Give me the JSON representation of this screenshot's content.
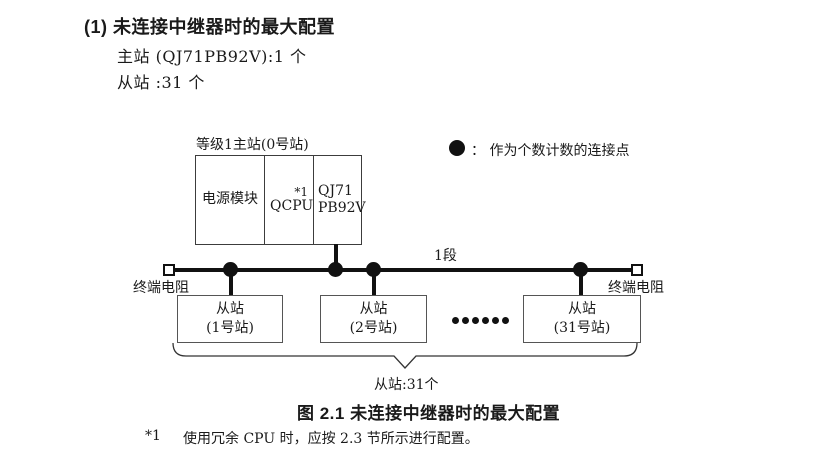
{
  "page": {
    "title": "(1) 未连接中继器时的最大配置",
    "spec_lines": [
      "主站 (QJ71PB92V):1 个",
      "从站 :31 个"
    ],
    "caption": "图 2.1 未连接中继器时的最大配置",
    "footnote": {
      "marker": "*1",
      "text": "使用冗余 CPU 时，应按 2.3 节所示进行配置。"
    }
  },
  "diagram": {
    "master": {
      "label": "等级1主站(0号站)",
      "modules": {
        "power": "电源模块",
        "cpu": "QCPU",
        "cpu_note": "*1",
        "pb_line1": "QJ71",
        "pb_line2": "PB92V"
      }
    },
    "legend": {
      "symbol_icon": "connection-point-dot",
      "text": "：  作为个数计数的连接点"
    },
    "segment_label": "1段",
    "terminators": {
      "left": "终端电阻",
      "right": "终端电阻"
    },
    "slaves": [
      {
        "name": "从站",
        "station": "(1号站)"
      },
      {
        "name": "从站",
        "station": "(2号站)"
      },
      {
        "name": "从站",
        "station": "(31号站)"
      }
    ],
    "brace_label": "从站:31个",
    "colors": {
      "ink": "#1a1a1a",
      "line": "#111111",
      "box_border": "#3c3c3c"
    }
  }
}
